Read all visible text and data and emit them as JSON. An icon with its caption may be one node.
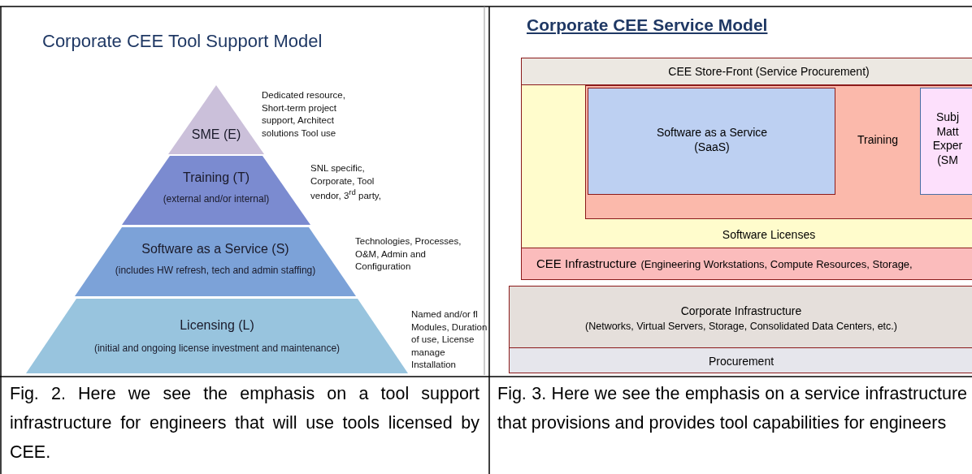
{
  "diagram": {
    "nodes": [
      {
        "text": [
          "SME (E)"
        ],
        "beside": [
          "Dedicated resource, Short-term project support, Architect solutions Tool use"
        ]
      },
      {
        "text": [
          "Training (T)",
          "(external and/or internal)"
        ],
        "beside": [
          "SNL specific, Corporate, Tool vendor, 3$^{rd}$ party,"
        ]
      },
      {
        "text": [
          "Software as a Service (S)",
          "(includes HW refresh, tech and admin staffing)"
        ],
        "beside": [
          "Technologies, Processes, O&M, Admin and Configuration"
        ]
      },
      {
        "text": [
          "Licensing (L)",
          "(initial and ongoing license investment and maintenance)"
        ],
        "beside": [
          "Named and/or fl Modules, Duration of use, License manage Installation"
        ]
      },
      {
        "text": [
          "CEE Store-Front (Service Procurement)"
        ]
      },
      {
        "text": [
          "Software Licenses"
        ]
      },
      {
        "text": [
          "Training"
        ],
        "in": 5
      },
      {
        "text": [
          "Software as a Service (SaaS)"
        ],
        "in": 6
      },
      {
        "text": [
          "Subj Matt Exper (SM"
        ],
        "in": 6
      },
      {
        "text": [
          "CEE Infrastructure",
          "(Engineering Workstations, Compute Resources, Storage,"
        ]
      },
      {
        "text": [
          "Corporate Infrastructure",
          "(Networks, Virtual Servers, Storage, Consolidated Data Centers, etc.)"
        ]
      },
      {
        "text": [
          "Procurement"
        ]
      }
    ],
    "labels": [
      "Corporate CEE Tool Support Model",
      "Corporate CEE Service Model",
      "Fig. 2. Here we see the emphasis on a tool support infrastructure for engineers that will use tools licensed  by CEE.",
      "Fig. 3. Here we see the emphasis on a service infrastructure that provisions and provides tool capabilities for engineers"
    ]
  }
}
